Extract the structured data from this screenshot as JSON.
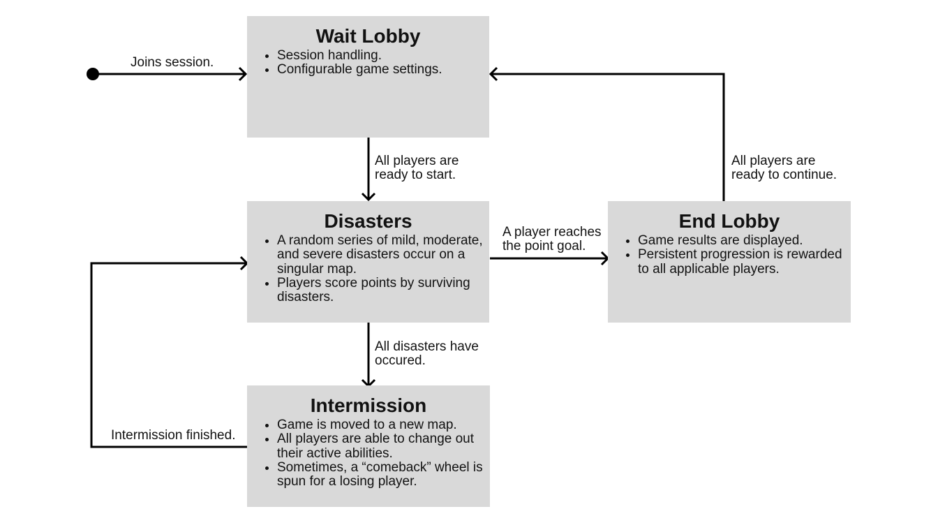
{
  "states": {
    "wait_lobby": {
      "title": "Wait Lobby",
      "items": [
        "Session handling.",
        "Configurable game settings."
      ]
    },
    "disasters": {
      "title": "Disasters",
      "items": [
        "A random series of mild, moderate, and severe disasters occur on a singular map.",
        "Players score points by surviving disasters."
      ]
    },
    "end_lobby": {
      "title": "End Lobby",
      "items": [
        "Game results are displayed.",
        "Persistent progression is rewarded to all applicable players."
      ]
    },
    "intermission": {
      "title": "Intermission",
      "items": [
        "Game is moved to a new map.",
        "All players are able to change out their active abilities.",
        "Sometimes, a “comeback” wheel is spun for a losing player."
      ]
    }
  },
  "transitions": {
    "join": "Joins session.",
    "start": "All players are\nready to start.",
    "goal": "A player reaches\nthe point goal.",
    "continue": "All players are\nready to continue.",
    "occurred": "All disasters have\noccured.",
    "finished": "Intermission finished."
  },
  "colors": {
    "state_fill": "#d9d9d9",
    "line": "#000000"
  }
}
